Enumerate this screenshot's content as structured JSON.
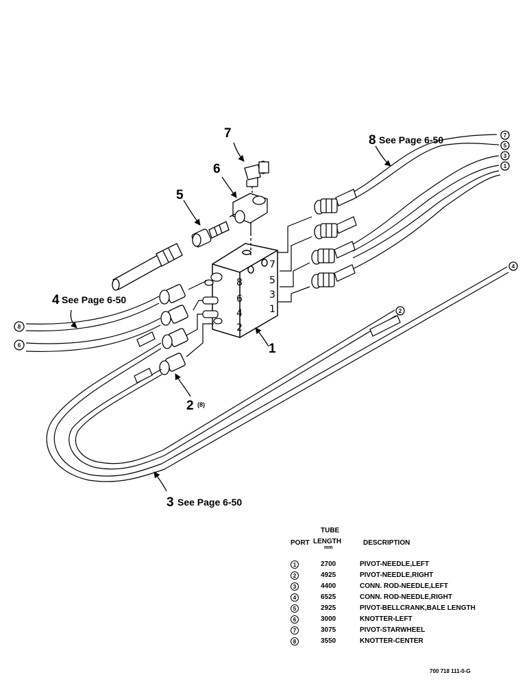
{
  "callouts": {
    "c1": "1",
    "c2": "2",
    "c2_qty": "(8)",
    "c3": "3",
    "c3_ref": "See Page 6-50",
    "c4": "4",
    "c4_ref": "See Page 6-50",
    "c5": "5",
    "c6": "6",
    "c7": "7",
    "c8": "8",
    "c8_ref": "See Page 6-50"
  },
  "block_ports": {
    "left": [
      "8",
      "6",
      "4",
      "2"
    ],
    "right": [
      "7",
      "5",
      "3",
      "1"
    ]
  },
  "tube_end_markers": {
    "top_right": [
      "7",
      "5",
      "3",
      "1"
    ],
    "left": [
      "8",
      "6"
    ],
    "right_long": "4",
    "mid_long": "2"
  },
  "legend": {
    "header_tube": "TUBE",
    "header_port": "PORT",
    "header_length": "LENGTH",
    "header_unit": "mm",
    "header_description": "DESCRIPTION",
    "rows": [
      {
        "port": "1",
        "length": "2700",
        "description": "PIVOT-NEEDLE,LEFT"
      },
      {
        "port": "2",
        "length": "4925",
        "description": "PIVOT-NEEDLE,RIGHT"
      },
      {
        "port": "3",
        "length": "4400",
        "description": "CONN. ROD-NEEDLE,LEFT"
      },
      {
        "port": "4",
        "length": "6525",
        "description": "CONN. ROD-NEEDLE,RIGHT"
      },
      {
        "port": "5",
        "length": "2925",
        "description": "PIVOT-BELLCRANK,BALE LENGTH"
      },
      {
        "port": "6",
        "length": "3000",
        "description": "KNOTTER-LEFT"
      },
      {
        "port": "7",
        "length": "3075",
        "description": "PIVOT-STARWHEEL"
      },
      {
        "port": "8",
        "length": "3550",
        "description": "KNOTTER-CENTER"
      }
    ]
  },
  "drawing_number": "700 718 111-0-G"
}
